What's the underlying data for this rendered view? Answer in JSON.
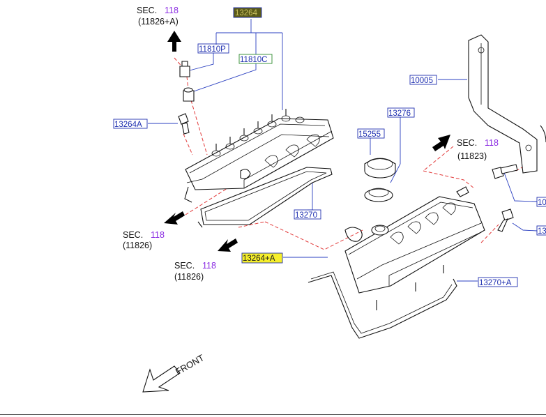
{
  "parts": {
    "p13264": "13264",
    "p11810P": "11810P",
    "p11810C": "11810C",
    "p13264A": "13264A",
    "p13270": "13270",
    "p13264pA": "13264+A",
    "p10005": "10005",
    "p13276": "13276",
    "p15255": "15255",
    "p13270pA": "13270+A",
    "p10_partial": "10",
    "p13_partial": "13"
  },
  "sections": {
    "sec_top": {
      "label": "SEC.",
      "num": "118",
      "sub": "(11826+A)"
    },
    "sec_left": {
      "label": "SEC.",
      "num": "118",
      "sub": "(11826)"
    },
    "sec_mid": {
      "label": "SEC.",
      "num": "118",
      "sub": "(11826)"
    },
    "sec_right": {
      "label": "SEC.",
      "num": "118",
      "sub": "(11823)"
    }
  },
  "front_label": "FRONT",
  "colors": {
    "part_blue": "#1e2fb0",
    "highlight_yellow": "#f6ef2a",
    "section_purple": "#8a2be2",
    "dash_red": "#e23a3a"
  }
}
